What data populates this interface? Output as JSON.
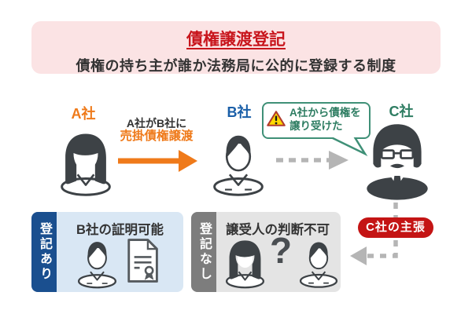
{
  "colors": {
    "page_bg": "#ffffff",
    "header_bg": "#fbe3e4",
    "title_red": "#c8151c",
    "text_dark": "#333333",
    "orange": "#ef7a1a",
    "blue": "#1a5fa8",
    "green": "#2e7d62",
    "bubble_border": "#3f9077",
    "warning_yellow": "#ffd800",
    "warning_border": "#b03a2e",
    "navy": "#1a4f8f",
    "lightblue_bg": "#d9e7f4",
    "gray_tab": "#7d7d7d",
    "lightgray_bg": "#e4e4e4",
    "badge_red": "#c41414",
    "dash_gray": "#b5b5b5",
    "figure_dark": "#3d4246",
    "doc_gray": "#555a5e"
  },
  "header": {
    "title": "債権譲渡登記",
    "subtitle": "債権の持ち主が誰か法務局に公的に登録する制度"
  },
  "actors": {
    "company_a": {
      "label": "A社"
    },
    "company_b": {
      "label": "B社"
    },
    "company_c": {
      "label": "C社"
    }
  },
  "transfer": {
    "line1": "A社がB社に",
    "line2": "売掛債権譲渡"
  },
  "speech_bubble": {
    "line1": "A社から債権を",
    "line2": "譲り受けた"
  },
  "registered_box": {
    "tab": "登記あり",
    "heading": "B社の証明可能"
  },
  "unregistered_box": {
    "tab": "登記なし",
    "heading": "譲受人の判断不可",
    "question_mark": "?"
  },
  "claim_badge": {
    "label": "C社の主張"
  },
  "icons": {
    "warning-icon": "yellow warning triangle with exclamation mark",
    "woman-icon": "female office worker bust silhouette",
    "man-icon": "male office worker bust silhouette",
    "glasses-man-icon": "executive with glasses and mustache in dark suit",
    "certificate-icon": "document with folded corner and seal ribbon",
    "solid-arrow-right-icon": "orange solid arrow pointing right",
    "dashed-arrow-right-icon": "gray dashed arrow pointing right",
    "dashed-elbow-arrow-left-icon": "gray dashed elbow arrow pointing left"
  }
}
